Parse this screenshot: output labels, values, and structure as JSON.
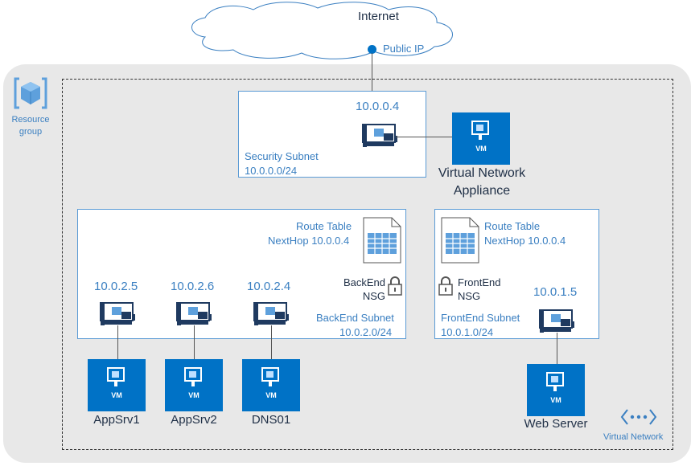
{
  "internet": {
    "label": "Internet",
    "public_ip": "Public IP"
  },
  "resource_group": {
    "line1": "Resource",
    "line2": "group"
  },
  "virtual_network": {
    "label": "Virtual Network"
  },
  "security_subnet": {
    "ip": "10.0.0.4",
    "name": "Security Subnet",
    "cidr": "10.0.0.0/24"
  },
  "nva": {
    "line1": "Virtual Network",
    "line2": "Appliance",
    "vm_label": "VM"
  },
  "backend": {
    "route_table": "Route Table",
    "next_hop": "NextHop 10.0.0.4",
    "nsg_line1": "BackEnd",
    "nsg_line2": "NSG",
    "subnet_name": "BackEnd Subnet",
    "subnet_cidr": "10.0.2.0/24",
    "nodes": [
      {
        "ip": "10.0.2.5",
        "name": "AppSrv1",
        "vm_label": "VM"
      },
      {
        "ip": "10.0.2.6",
        "name": "AppSrv2",
        "vm_label": "VM"
      },
      {
        "ip": "10.0.2.4",
        "name": "DNS01",
        "vm_label": "VM"
      }
    ]
  },
  "frontend": {
    "route_table": "Route Table",
    "next_hop": "NextHop 10.0.0.4",
    "nsg_line1": "FrontEnd",
    "nsg_line2": "NSG",
    "subnet_name": "FrontEnd Subnet",
    "subnet_cidr": "10.0.1.0/24",
    "ip": "10.0.1.5",
    "server_name": "Web Server",
    "vm_label": "VM"
  },
  "colors": {
    "accent": "#0072c6",
    "label_blue": "#3a7fc1",
    "text_dark": "#1f2f46",
    "rg_bg": "#e8e8e8"
  }
}
